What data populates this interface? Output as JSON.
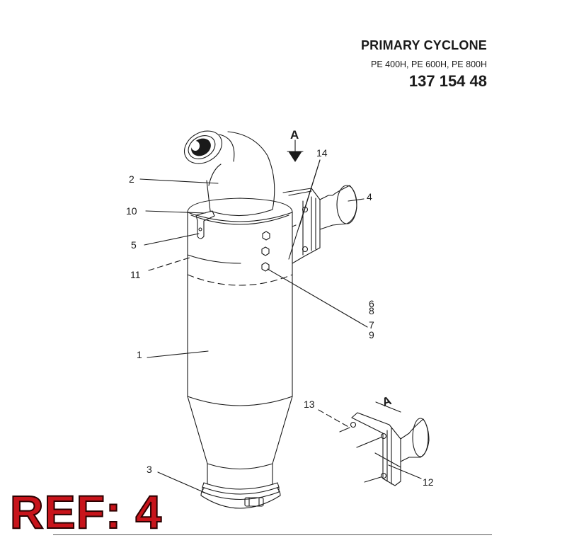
{
  "header": {
    "title": "PRIMARY CYCLONE",
    "models": "PE 400H, PE 600H, PE 800H",
    "part_number": "137 154 48"
  },
  "view_label": "A",
  "callouts": {
    "c1": "1",
    "c2": "2",
    "c3": "3",
    "c4": "4",
    "c5": "5",
    "c6": "6",
    "c7": "7",
    "c8": "8",
    "c9": "9",
    "c10": "10",
    "c11": "11",
    "c12": "12",
    "c13": "13",
    "c14": "14"
  },
  "ref_stamp": "REF: 4",
  "colors": {
    "stamp_red": "#c8141b",
    "line": "#1a1a1a"
  }
}
